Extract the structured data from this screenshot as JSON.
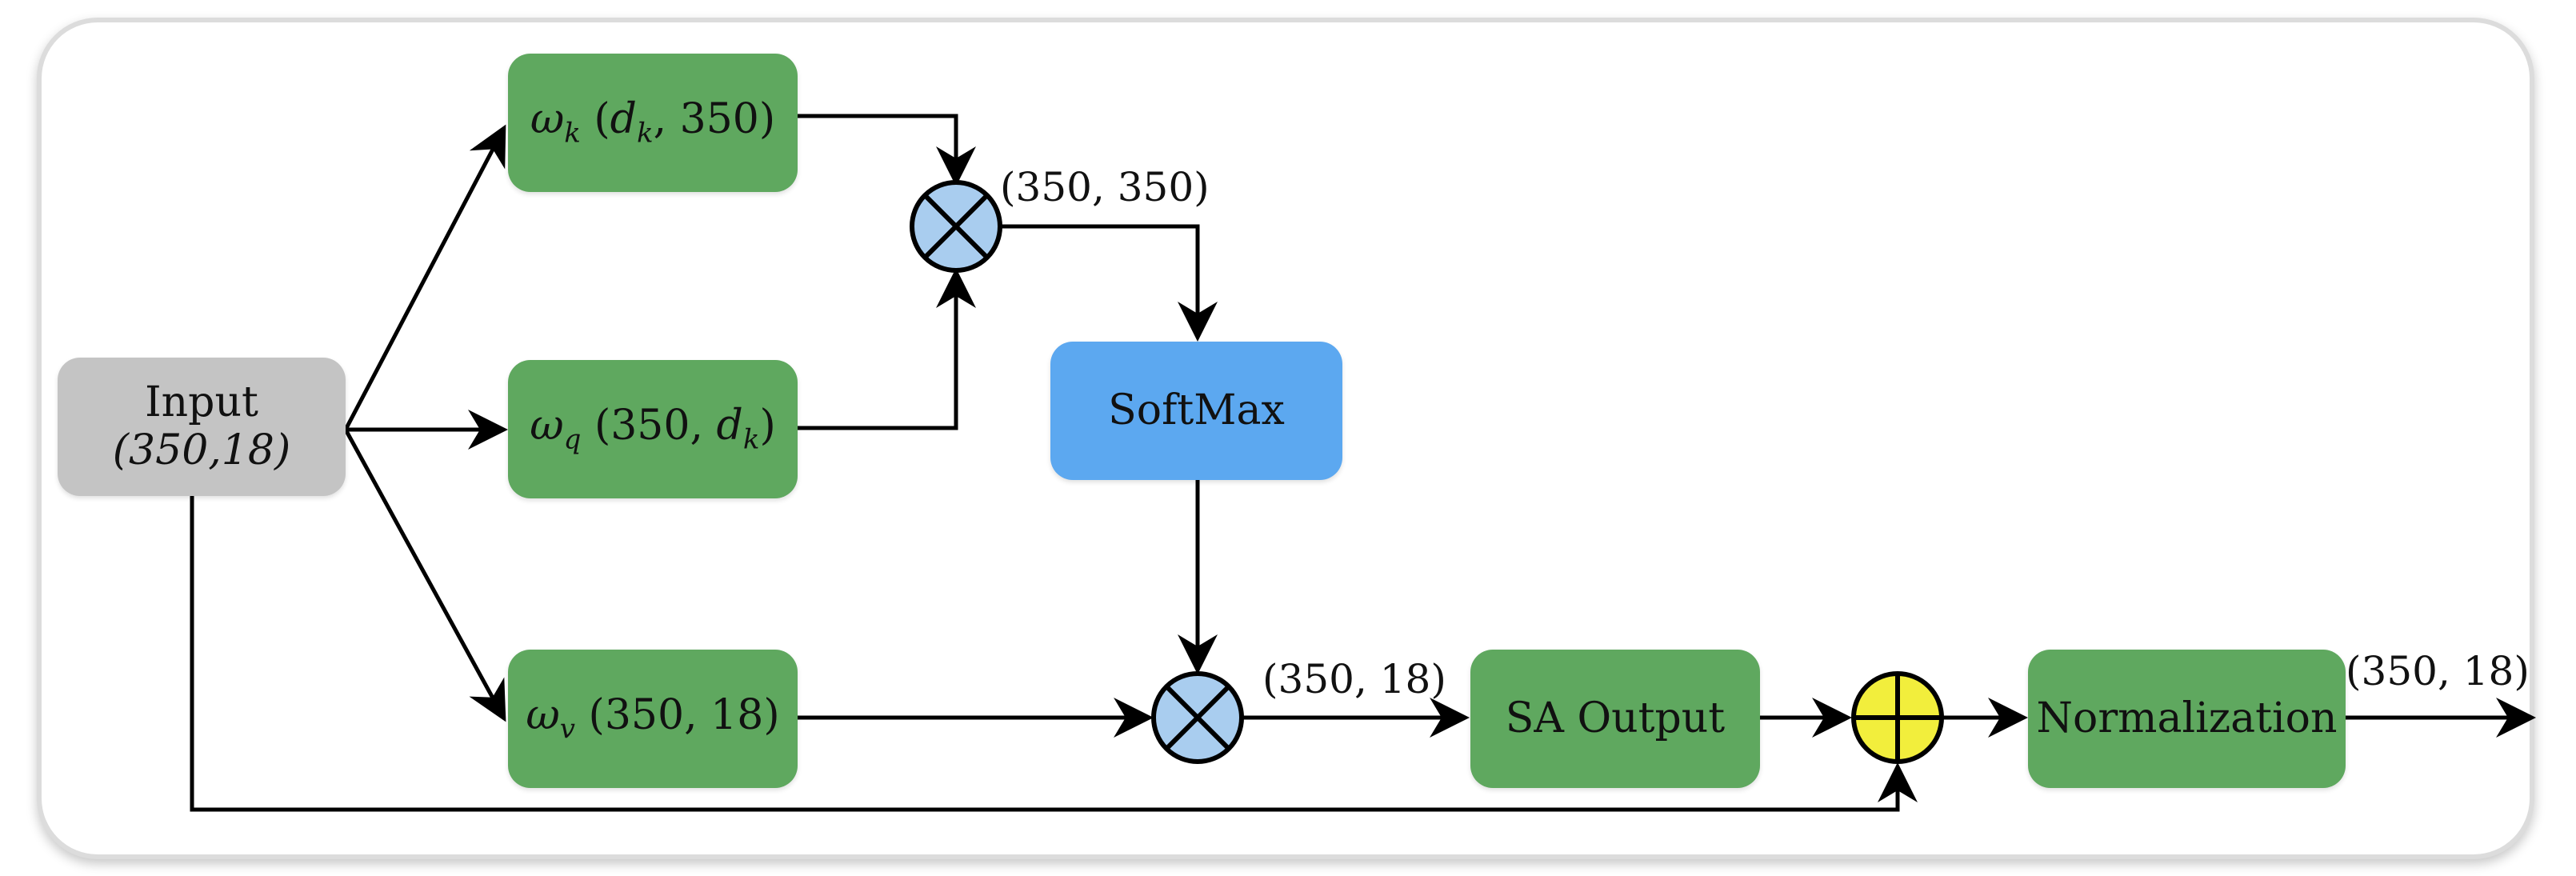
{
  "nodes": {
    "input": {
      "label": "Input",
      "shape": "(350,18)"
    },
    "wk": {
      "sym": "ω",
      "sub": "k",
      "dims_open": "(",
      "dims_var": "d",
      "dims_var_sub": "k",
      "dims_rest": ", 350)"
    },
    "wq": {
      "sym": "ω",
      "sub": "q",
      "dims_open": "(350, ",
      "dims_var": "d",
      "dims_var_sub": "k",
      "dims_rest": ")"
    },
    "wv": {
      "sym": "ω",
      "sub": "v",
      "dims": "(350, 18)"
    },
    "softmax": {
      "label": "SoftMax"
    },
    "sa": {
      "label": "SA Output"
    },
    "norm": {
      "label": "Normalization"
    }
  },
  "annotations": {
    "after_mul1": "(350, 350)",
    "after_mul2": "(350, 18)",
    "output": "(350, 18)"
  },
  "operators": {
    "multiply": {
      "symbol": "⊗",
      "color": "#a9cdef"
    },
    "add": {
      "symbol": "⊕",
      "color": "#f2ee3c"
    }
  }
}
